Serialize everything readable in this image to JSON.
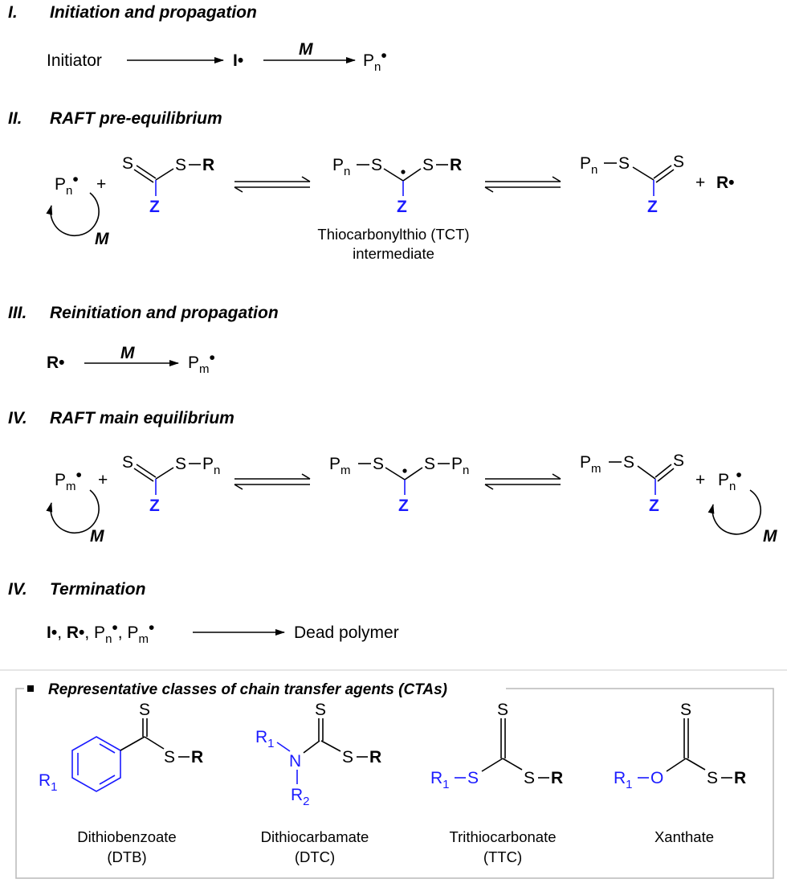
{
  "sections": {
    "s1": {
      "num": "I.",
      "title": "Initiation and propagation"
    },
    "s2": {
      "num": "II.",
      "title": "RAFT pre-equilibrium"
    },
    "s3": {
      "num": "III.",
      "title": "Reinitiation and propagation"
    },
    "s4": {
      "num": "IV.",
      "title": "RAFT main equilibrium"
    },
    "s5": {
      "num": "IV.",
      "title": "Termination"
    }
  },
  "s1": {
    "initiator": "Initiator",
    "monomer": "M"
  },
  "s2": {
    "tct_line1": "Thiocarbonylthio (TCT)",
    "tct_line2": "intermediate",
    "monomer": "M"
  },
  "s3": {
    "monomer": "M"
  },
  "s4": {
    "monomer": "M"
  },
  "s5": {
    "product": "Dead polymer"
  },
  "cta": {
    "heading": "Representative classes of chain transfer agents (CTAs)",
    "classes": [
      {
        "name": "Dithiobenzoate",
        "abbr": "(DTB)"
      },
      {
        "name": "Dithiocarbamate",
        "abbr": "(DTC)"
      },
      {
        "name": "Trithiocarbonate",
        "abbr": "(TTC)"
      },
      {
        "name": "Xanthate",
        "abbr": ""
      }
    ]
  },
  "colors": {
    "z_group": "#1a1aff",
    "text": "#000000",
    "frame": "#bdbdbd"
  }
}
